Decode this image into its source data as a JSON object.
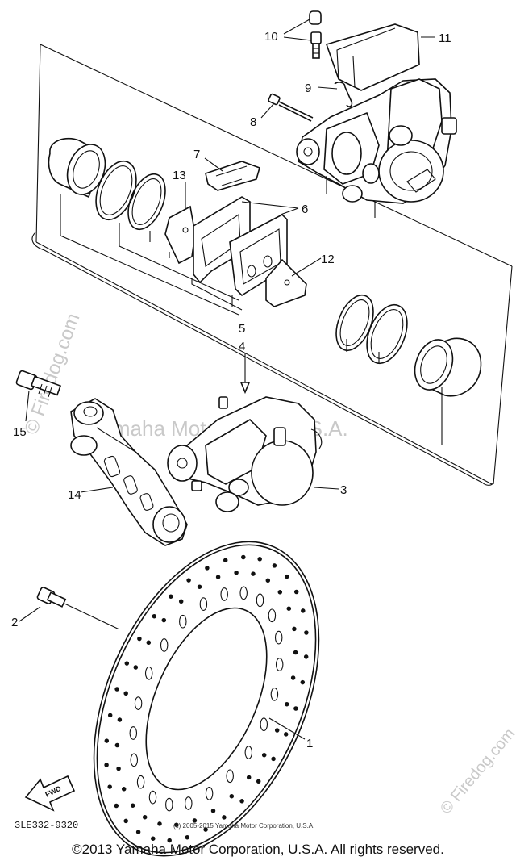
{
  "diagram": {
    "callouts": [
      "1",
      "2",
      "3",
      "4",
      "5",
      "6",
      "7",
      "8",
      "9",
      "10",
      "11",
      "12",
      "13",
      "14",
      "15"
    ],
    "part_code": "3LE332-9320",
    "direction_label": "FWD",
    "small_copyright": "(c) 2005-2015 Yamaha Motor Corporation, U.S.A.",
    "watermark_main": "Yamaha Motor Corp. U.S.A.",
    "watermark_side": "© Firedog.com",
    "watermark_corner": "© Firedog.com"
  },
  "footer": {
    "copyright": "©2013 Yamaha Motor Corporation, U.S.A. All rights reserved."
  }
}
